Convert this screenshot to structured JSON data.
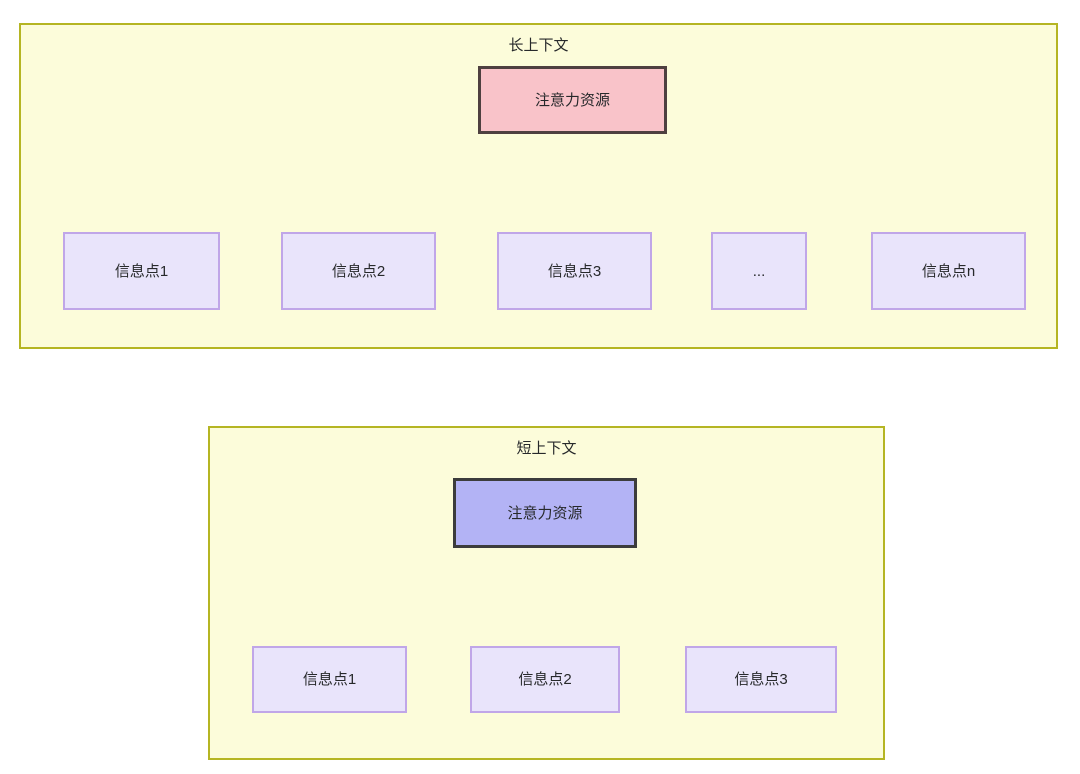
{
  "diagram": {
    "title": "",
    "colors": {
      "container_fill": "#fcfcda",
      "container_border": "#b5b523",
      "attention_long_fill": "#f9c3c9",
      "attention_long_border": "#4e4040",
      "attention_short_fill": "#b3b3f5",
      "attention_short_border": "#3c3c3c",
      "info_fill": "#e9e4fb",
      "info_border": "#c0a6e8",
      "edge_stroke": "#333333",
      "text": "#27292b",
      "page_background": "#ffffff"
    },
    "groups": [
      {
        "id": "long-context",
        "label": "长上下文",
        "root": {
          "label": "注意力资源",
          "style": "attention-pink"
        },
        "children": [
          {
            "label": "信息点1"
          },
          {
            "label": "信息点2"
          },
          {
            "label": "信息点3"
          },
          {
            "label": "..."
          },
          {
            "label": "信息点n"
          }
        ]
      },
      {
        "id": "short-context",
        "label": "短上下文",
        "root": {
          "label": "注意力资源",
          "style": "attention-blue"
        },
        "children": [
          {
            "label": "信息点1"
          },
          {
            "label": "信息点2"
          },
          {
            "label": "信息点3"
          }
        ]
      }
    ]
  }
}
